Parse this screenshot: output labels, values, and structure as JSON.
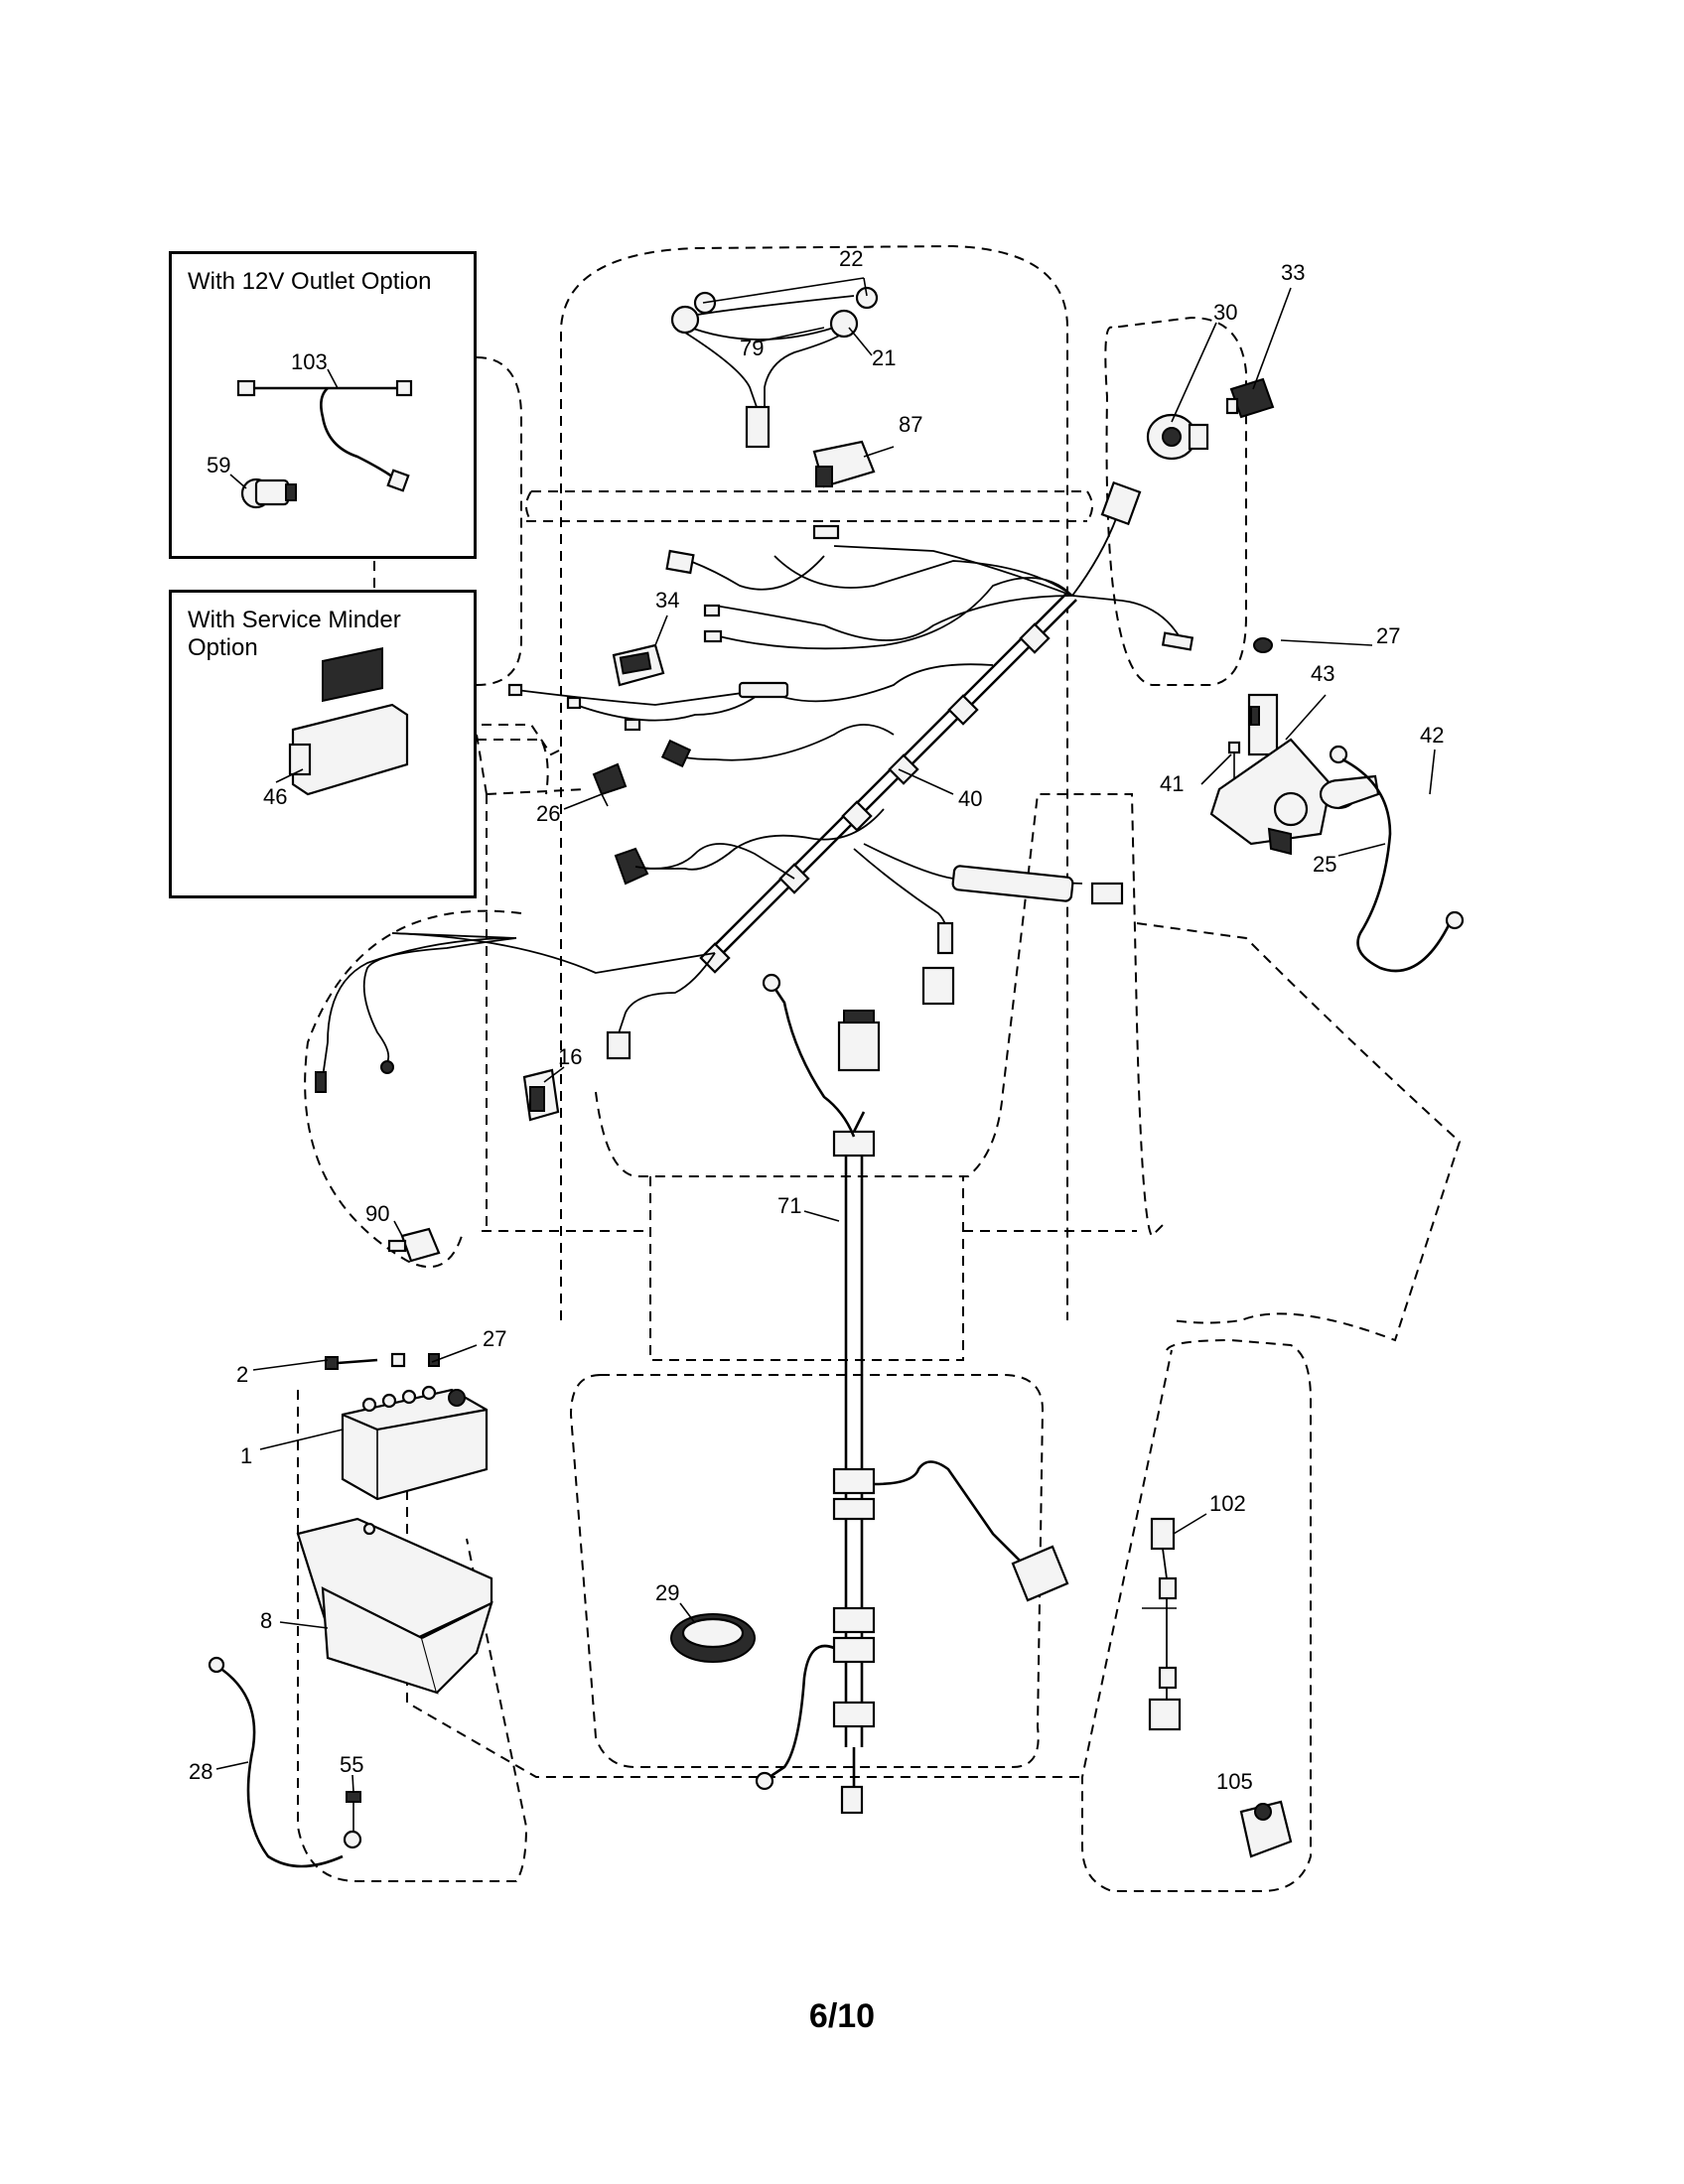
{
  "options": {
    "outlet_12v": "With 12V Outlet Option",
    "service_minder": "With Service Minder Option"
  },
  "callouts": [
    "1",
    "2",
    "8",
    "16",
    "21",
    "22",
    "25",
    "26",
    "27",
    "27",
    "28",
    "29",
    "30",
    "33",
    "34",
    "40",
    "41",
    "42",
    "43",
    "46",
    "55",
    "59",
    "71",
    "79",
    "87",
    "90",
    "102",
    "103",
    "105"
  ],
  "page_number": "6/10"
}
